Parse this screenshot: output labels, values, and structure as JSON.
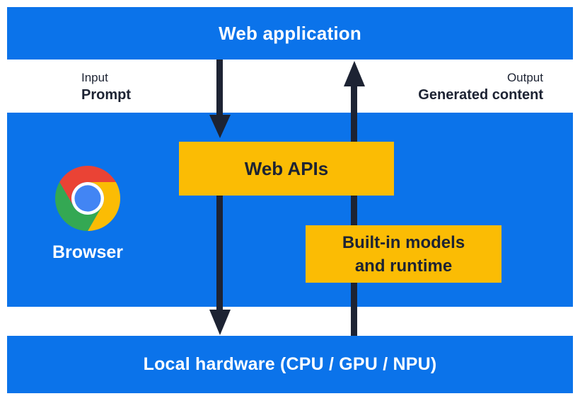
{
  "diagram": {
    "title": "Web application",
    "input_label": "Input",
    "input_value": "Prompt",
    "output_label": "Output",
    "output_value": "Generated content",
    "web_apis_label": "Web APIs",
    "builtin_models_line1": "Built-in models",
    "builtin_models_line2": "and runtime",
    "browser_label": "Browser",
    "local_hardware_label": "Local hardware (CPU / GPU / NPU)"
  },
  "icons": {
    "chrome_logo": "chrome-logo"
  },
  "colors": {
    "section_blue": "#0b73ea",
    "box_yellow": "#fbbc04",
    "arrow_navy": "#1d2333",
    "text_white": "#ffffff",
    "chrome_red": "#ea4335",
    "chrome_yellow": "#fbbc04",
    "chrome_green": "#34a853",
    "chrome_blue": "#4285f4"
  }
}
